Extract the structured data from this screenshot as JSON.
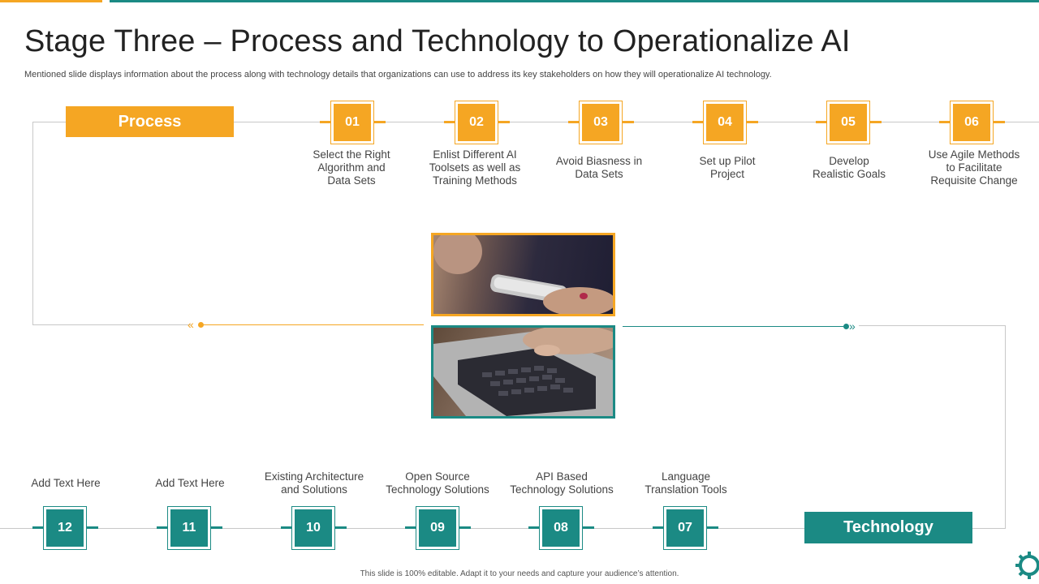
{
  "slide": {
    "title": "Stage Three – Process and Technology to Operationalize AI",
    "subtitle": "Mentioned slide displays information about the process along with technology details that organizations can use to address its key stakeholders on how they will operationalize AI technology.",
    "footer": "This slide is 100% editable. Adapt it to your needs and capture your audience’s attention."
  },
  "process": {
    "label": "Process",
    "steps": [
      {
        "num": "01",
        "text": "Select the Right\nAlgorithm and\nData Sets"
      },
      {
        "num": "02",
        "text": "Enlist Different  AI\nToolsets as well as\nTraining  Methods"
      },
      {
        "num": "03",
        "text": "Avoid Biasness in\nData Sets"
      },
      {
        "num": "04",
        "text": "Set up Pilot\nProject"
      },
      {
        "num": "05",
        "text": "Develop\nRealistic Goals"
      },
      {
        "num": "06",
        "text": "Use Agile Methods\nto Facilitate\nRequisite Change"
      }
    ]
  },
  "technology": {
    "label": "Technology",
    "steps": [
      {
        "num": "12",
        "text": "Add Text Here"
      },
      {
        "num": "11",
        "text": "Add Text Here"
      },
      {
        "num": "10",
        "text": "Existing Architecture\nand Solutions"
      },
      {
        "num": "09",
        "text": "Open Source\nTechnology Solutions"
      },
      {
        "num": "08",
        "text": "API Based\nTechnology Solutions"
      },
      {
        "num": "07",
        "text": "Language\nTranslation Tools"
      }
    ]
  },
  "colors": {
    "accent": "#f5a623",
    "teal": "#1b8a84"
  },
  "icons": {
    "left_arrow": "double-chevron-left",
    "right_arrow": "double-chevron-right",
    "corner": "gear-icon"
  }
}
